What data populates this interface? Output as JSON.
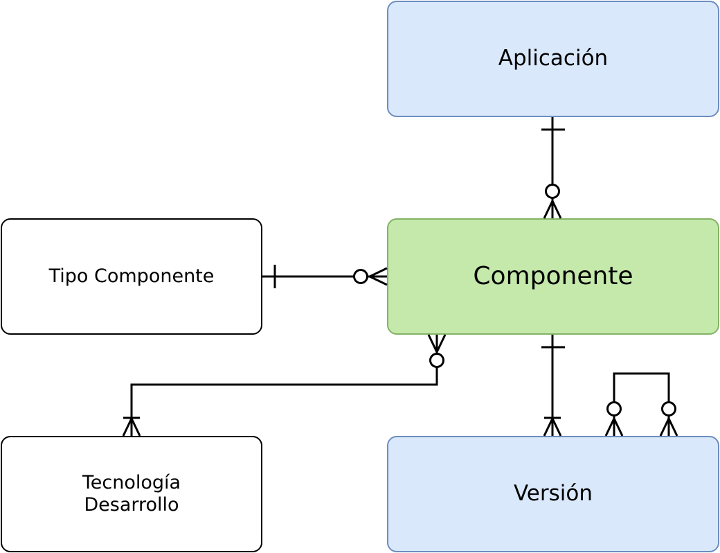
{
  "entities": {
    "aplicacion": {
      "label": "Aplicación",
      "fill": "#dae8fc",
      "stroke": "#6c8ebf"
    },
    "componente": {
      "label": "Componente",
      "fill": "#c5e8ab",
      "stroke": "#82b366"
    },
    "version": {
      "label": "Versión",
      "fill": "#dae8fc",
      "stroke": "#6c8ebf"
    },
    "tipo_componente": {
      "label": "Tipo Componente",
      "fill": "#ffffff",
      "stroke": "#000000"
    },
    "tecnologia_desarrollo": {
      "label": "Tecnología\nDesarrollo",
      "fill": "#ffffff",
      "stroke": "#000000"
    }
  },
  "relationships": [
    {
      "from": "aplicacion",
      "to": "componente",
      "from_end": "one",
      "to_end": "zero-or-many"
    },
    {
      "from": "tipo_componente",
      "to": "componente",
      "from_end": "one",
      "to_end": "zero-or-many"
    },
    {
      "from": "componente",
      "to": "version",
      "from_end": "one",
      "to_end": "one-or-many"
    },
    {
      "from": "componente",
      "to": "tecnologia_desarrollo",
      "from_end": "zero-or-many",
      "to_end": "one-or-many"
    },
    {
      "from": "version",
      "to": "version",
      "from_end": "zero-or-many",
      "to_end": "zero-or-many"
    }
  ]
}
